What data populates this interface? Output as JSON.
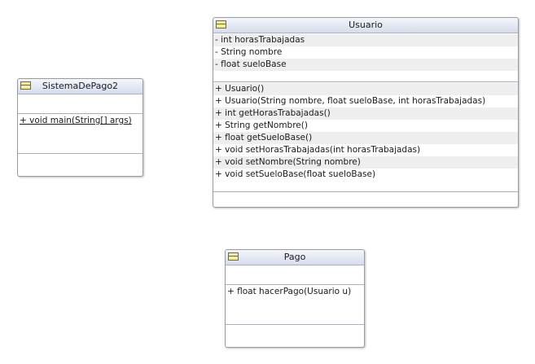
{
  "classes": [
    {
      "name": "SistemaDePago2",
      "attributes": [],
      "operations": [
        {
          "text": "+ void main(String[] args)",
          "static": true
        }
      ]
    },
    {
      "name": "Usuario",
      "attributes": [
        {
          "text": "- int horasTrabajadas"
        },
        {
          "text": "- String nombre"
        },
        {
          "text": "- float sueloBase"
        }
      ],
      "operations": [
        {
          "text": "+ Usuario()"
        },
        {
          "text": "+ Usuario(String nombre, float sueloBase, int horasTrabajadas)"
        },
        {
          "text": "+ int getHorasTrabajadas()"
        },
        {
          "text": "+ String getNombre()"
        },
        {
          "text": "+ float getSueloBase()"
        },
        {
          "text": "+ void setHorasTrabajadas(int horasTrabajadas)"
        },
        {
          "text": "+ void setNombre(String nombre)"
        },
        {
          "text": "+ void setSueloBase(float sueloBase)"
        }
      ]
    },
    {
      "name": "Pago",
      "attributes": [],
      "operations": [
        {
          "text": "+ float hacerPago(Usuario u)"
        }
      ]
    }
  ]
}
